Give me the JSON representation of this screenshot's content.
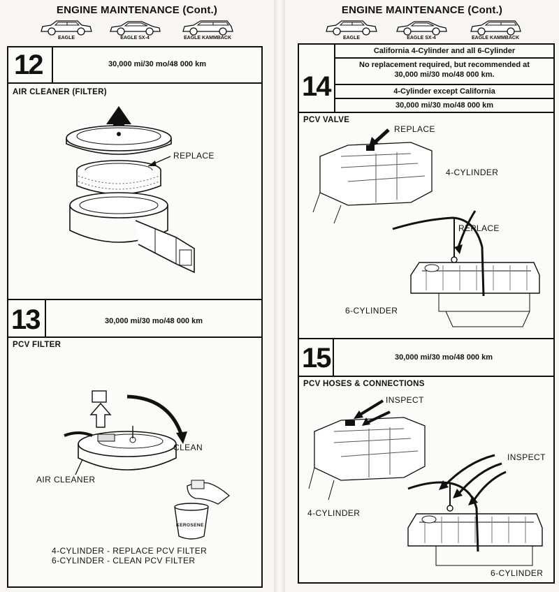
{
  "header": {
    "title": "ENGINE MAINTENANCE (Cont.)",
    "cars": [
      "EAGLE",
      "EAGLE SX-4",
      "EAGLE KAMMBACK"
    ]
  },
  "item12": {
    "number": "12",
    "interval": "30,000 mi/30 mo/48 000 km",
    "title": "AIR CLEANER (FILTER)",
    "label_replace": "REPLACE"
  },
  "item13": {
    "number": "13",
    "interval": "30,000 mi/30 mo/48 000 km",
    "title": "PCV FILTER",
    "label_clean": "CLEAN",
    "label_air_cleaner": "AIR CLEANER",
    "can_label": "KEROSENE",
    "note_line1": "4-CYLINDER - REPLACE PCV FILTER",
    "note_line2": "6-CYLINDER - CLEAN PCV FILTER"
  },
  "item14": {
    "number": "14",
    "row1": "California 4-Cylinder and all 6-Cylinder",
    "row2_line1": "No replacement required, but recommended at",
    "row2_line2": "30,000 mi/30 mo/48 000 km.",
    "row3": "4-Cylinder except California",
    "row4": "30,000 mi/30 mo/48 000 km",
    "title": "PCV VALVE",
    "label_replace_1": "REPLACE",
    "label_4cyl": "4-CYLINDER",
    "label_replace_2": "REPLACE",
    "label_6cyl": "6-CYLINDER"
  },
  "item15": {
    "number": "15",
    "interval": "30,000 mi/30 mo/48 000 km",
    "title": "PCV HOSES & CONNECTIONS",
    "label_inspect_1": "INSPECT",
    "label_inspect_2": "INSPECT",
    "label_4cyl": "4-CYLINDER",
    "label_6cyl": "6-CYLINDER"
  }
}
